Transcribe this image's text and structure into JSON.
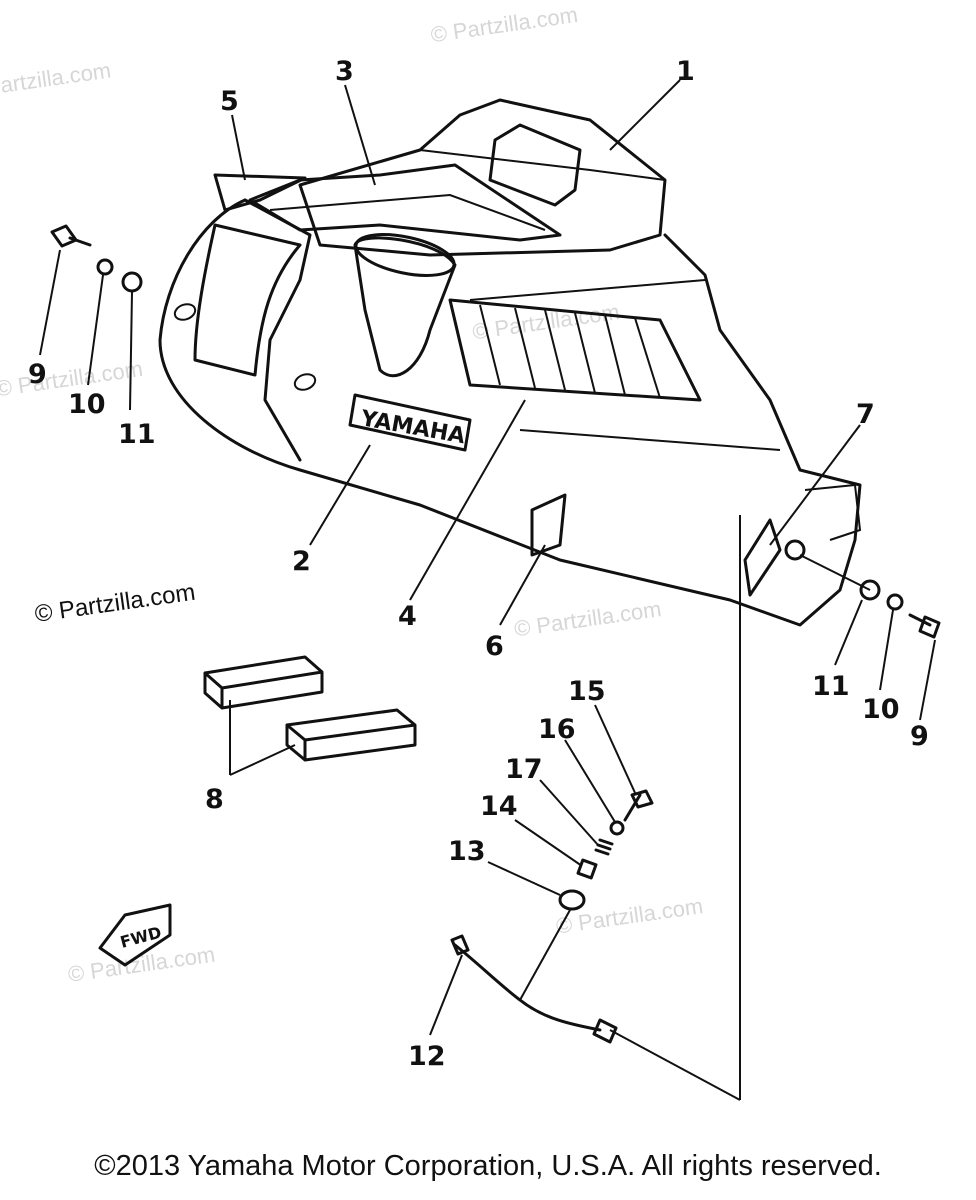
{
  "watermarks": [
    "© Partzilla.com",
    "© Partzilla.com",
    "© Partzilla.com",
    "© Partzilla.com",
    "© Partzilla.com",
    "© Partzilla.com",
    "© Partzilla.com",
    "© Partzilla.com"
  ],
  "main_watermark": "© Partzilla.com",
  "cover_logo": "YAMAHA",
  "fwd_mark": "FWD",
  "labels": {
    "p1": "1",
    "p2": "2",
    "p3": "3",
    "p4": "4",
    "p5": "5",
    "p6": "6",
    "p7": "7",
    "p8": "8",
    "p9a": "9",
    "p10a": "10",
    "p11a": "11",
    "p9b": "9",
    "p10b": "10",
    "p11b": "11",
    "p12": "12",
    "p13": "13",
    "p14": "14",
    "p15": "15",
    "p16": "16",
    "p17": "17"
  },
  "copyright": "©2013 Yamaha Motor Corporation, U.S.A. All rights reserved."
}
